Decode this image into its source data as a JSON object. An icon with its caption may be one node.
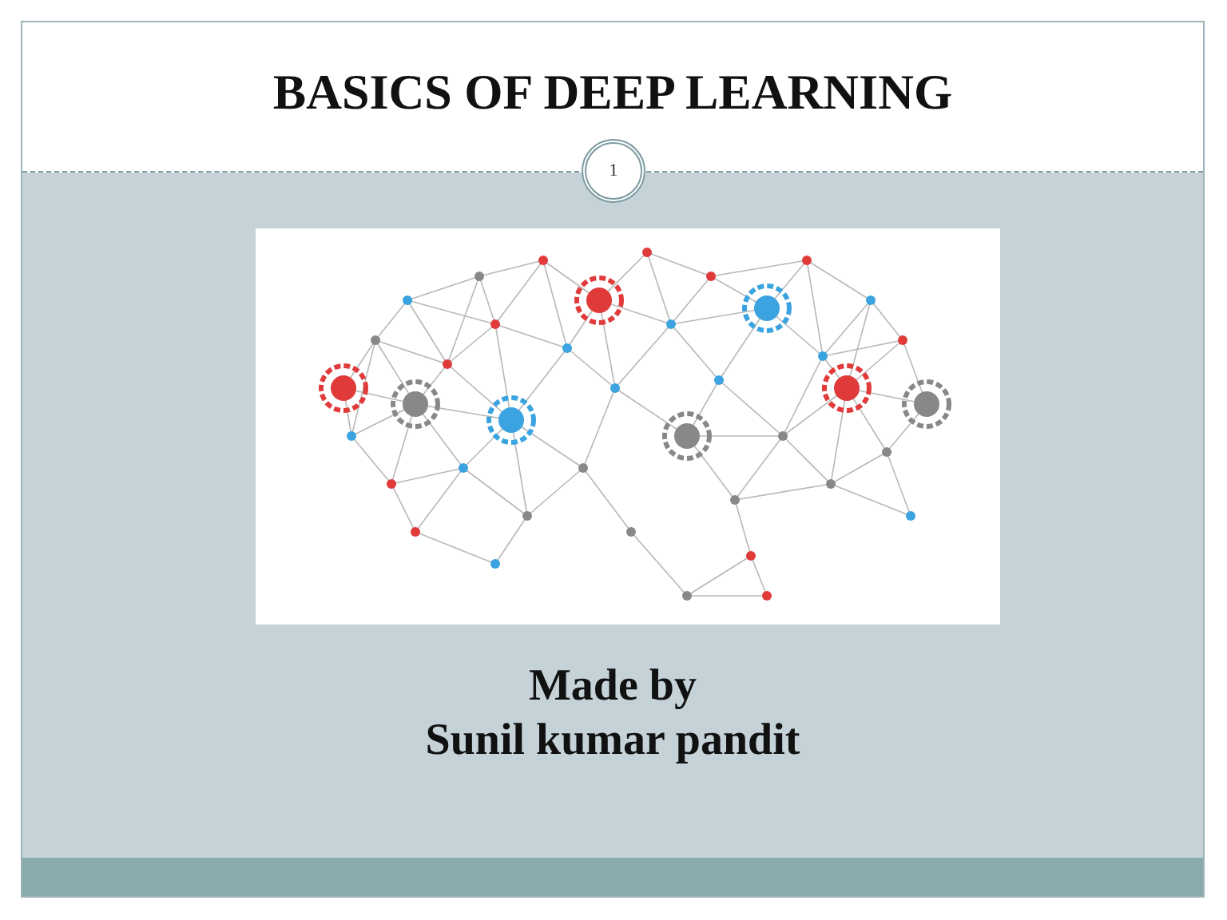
{
  "diagram": {
    "title": "BASICS OF DEEP LEARNING",
    "labels": [
      "1",
      "Made by",
      "Sunil kumar pandit"
    ]
  }
}
